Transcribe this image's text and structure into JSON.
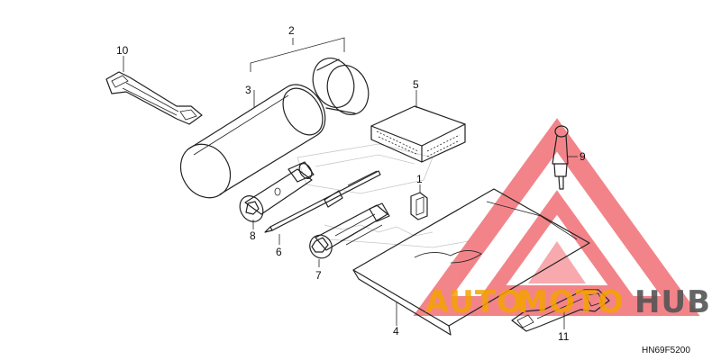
{
  "callouts": {
    "c1": "1",
    "c2": "2",
    "c3": "3",
    "c4": "4",
    "c5": "5",
    "c6": "6",
    "c7": "7",
    "c8": "8",
    "c9": "9",
    "c10": "10",
    "c11": "11"
  },
  "diagram_code": "HN69F5200",
  "watermark": {
    "part1": "AUTO",
    "part2": "MOTO",
    "part3": "HUB",
    "colors": {
      "orange": "#f4a300",
      "grey": "#555555",
      "red": "#e8202a"
    }
  }
}
